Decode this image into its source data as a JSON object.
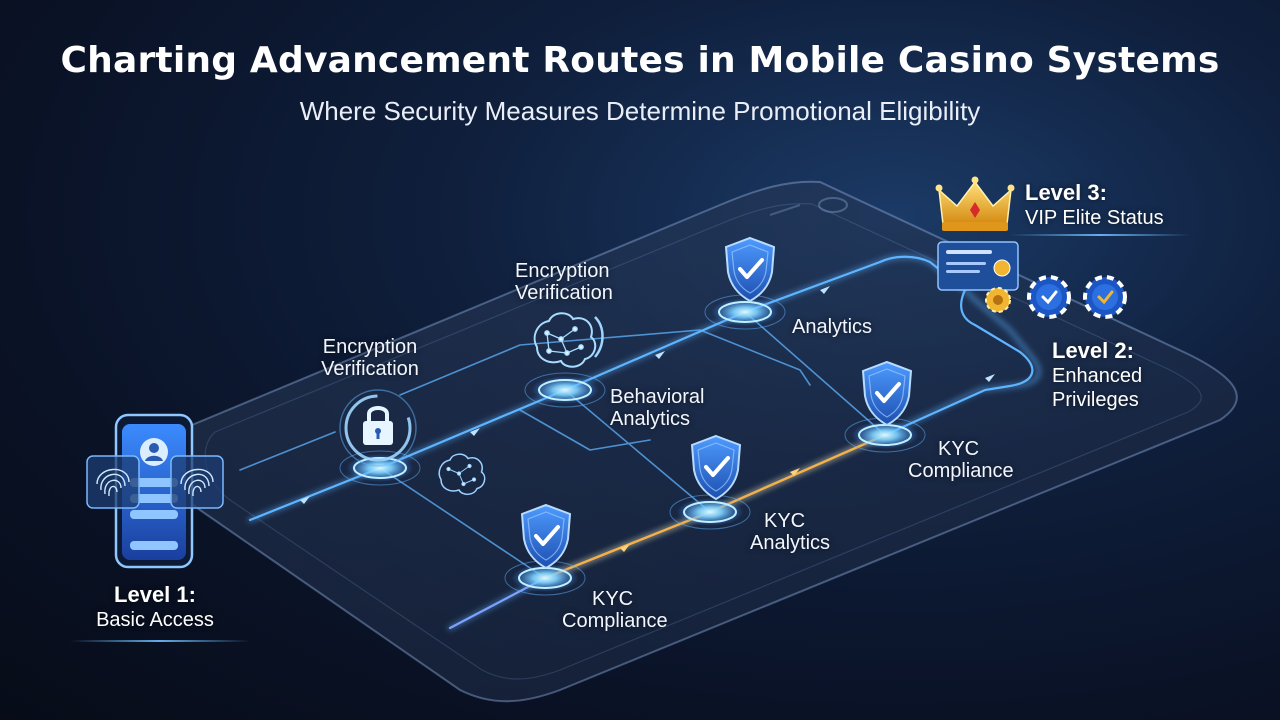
{
  "header": {
    "title": "Charting Advancement Routes in Mobile Casino Systems",
    "subtitle": "Where Security Measures Determine Promotional Eligibility"
  },
  "levels": {
    "level1": {
      "title": "Level 1:",
      "subtitle": "Basic Access"
    },
    "level2": {
      "title": "Level 2:",
      "subtitle_line1": "Enhanced",
      "subtitle_line2": "Privileges"
    },
    "level3": {
      "title": "Level 3:",
      "subtitle": "VIP Elite Status"
    }
  },
  "nodes": {
    "encryption_left": {
      "line1": "Encryption",
      "line2": "Verification",
      "icon": "lock-icon"
    },
    "encryption_top": {
      "line1": "Encryption",
      "line2": "Verification",
      "icon": "brain-icon"
    },
    "behavioral": {
      "line1": "Behavioral",
      "line2": "Analytics",
      "icon": "brain-icon"
    },
    "analytics_top": {
      "line1": "Analytics",
      "icon": "shield-check-icon"
    },
    "kyc_right": {
      "line1": "KYC",
      "line2": "Compliance",
      "icon": "shield-check-icon"
    },
    "kyc_analytics": {
      "line1": "KYC",
      "line2": "Analytics",
      "icon": "shield-check-icon"
    },
    "kyc_bottom": {
      "line1": "KYC",
      "line2": "Compliance",
      "icon": "shield-check-icon"
    }
  },
  "colors": {
    "path_blue": "#5fb4ff",
    "path_gold": "#f5b04a",
    "shield_fill": "#2f6fd8",
    "glow": "#6fd0ff",
    "crown_gold": "#f2b531"
  }
}
